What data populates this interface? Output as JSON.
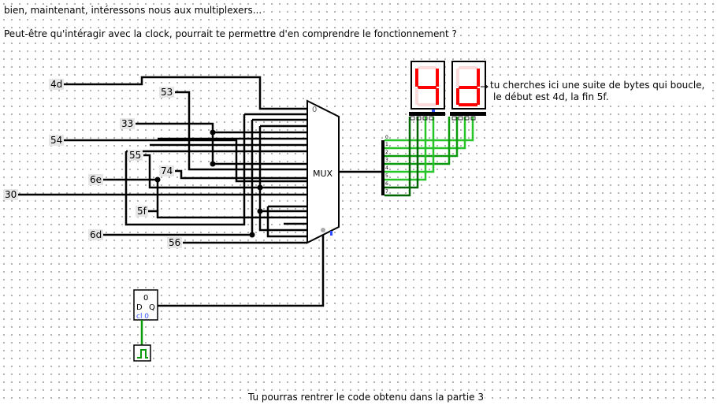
{
  "intro_line": "bien, maintenant, intéressons nous aux multiplexers...",
  "hint_line": "Peut-être qu'intéragir avec la clock, pourrait te permettre d'en comprendre le fonctionnement ?",
  "footer": "Tu pourras rentrer le code obtenu dans la partie 3",
  "side_note": {
    "line1": "tu cherches ici une suite de bytes qui boucle,",
    "line2": "le début est 4d, la fin 5f."
  },
  "inputs": [
    "4d",
    "53",
    "33",
    "54",
    "55",
    "74",
    "6e",
    "30",
    "5f",
    "6d",
    "56"
  ],
  "mux": {
    "label": "MUX",
    "select_index": "0"
  },
  "splitter_bits": [
    "0",
    "1",
    "2",
    "3",
    "4",
    "5",
    "6",
    "7"
  ],
  "display_digits": [
    "4",
    "d"
  ],
  "display_color": "#ff0000",
  "flipflop": {
    "top": "0",
    "d": "D",
    "q": "Q",
    "bottom": "cl 0"
  }
}
